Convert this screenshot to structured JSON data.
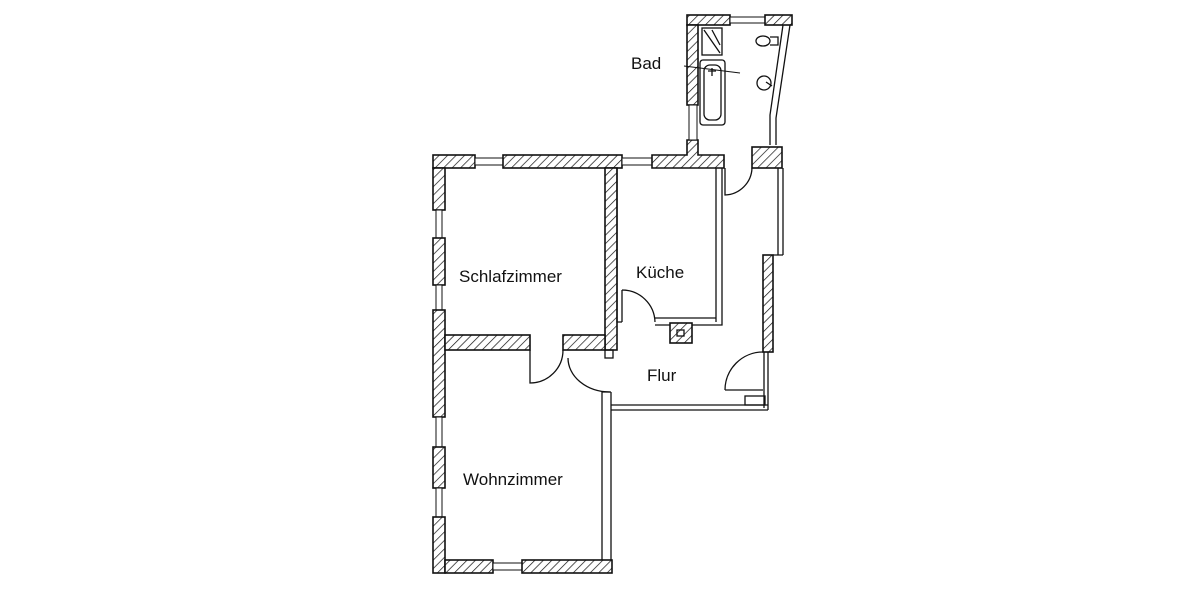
{
  "rooms": {
    "bad": "Bad",
    "schlafzimmer": "Schlafzimmer",
    "kueche": "Küche",
    "flur": "Flur",
    "wohnzimmer": "Wohnzimmer"
  }
}
